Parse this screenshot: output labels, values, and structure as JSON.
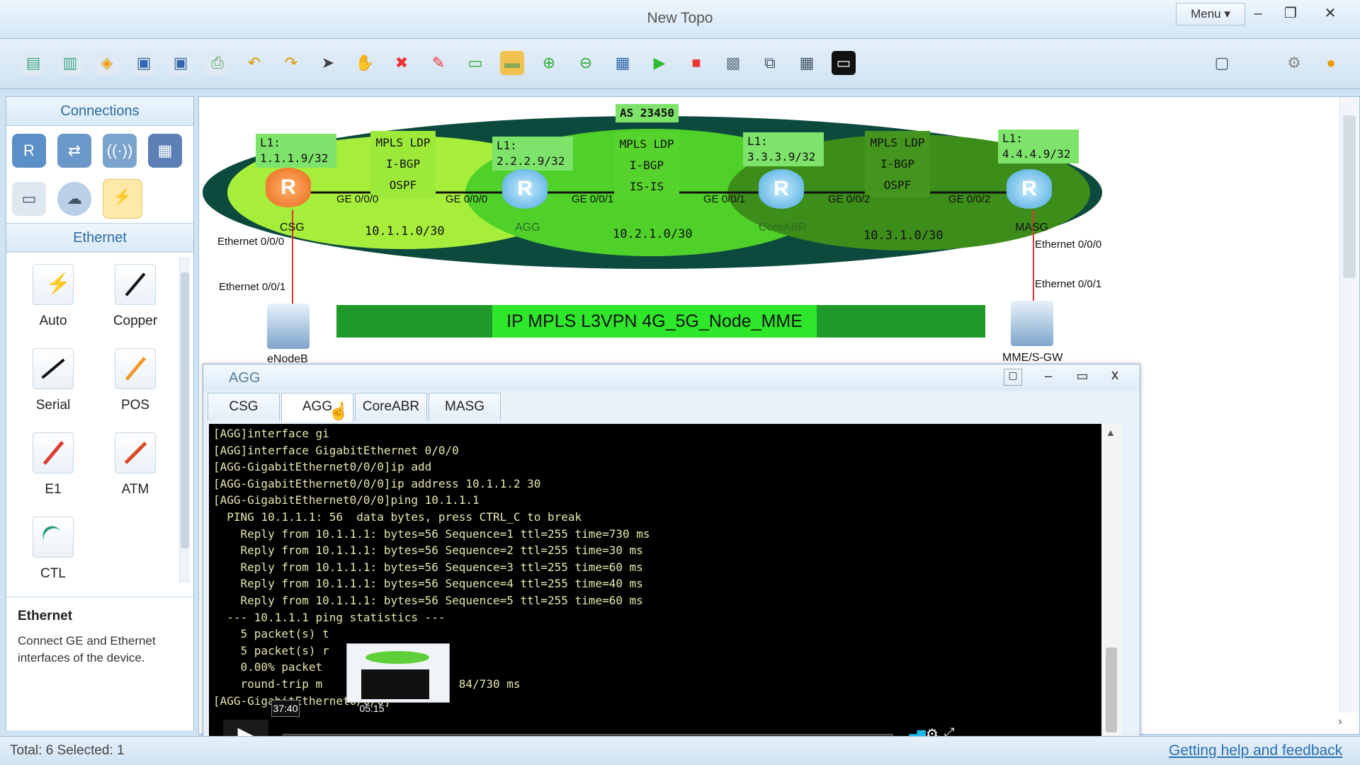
{
  "window": {
    "title": "New Topo",
    "menu_label": "Menu ▾",
    "minimize": "–",
    "restore": "❐",
    "close": "✕"
  },
  "left_panel": {
    "connections_title": "Connections",
    "ethernet_title": "Ethernet",
    "cables": [
      {
        "label": "Auto"
      },
      {
        "label": "Copper"
      },
      {
        "label": "Serial"
      },
      {
        "label": "POS"
      },
      {
        "label": "E1"
      },
      {
        "label": "ATM"
      },
      {
        "label": "CTL"
      }
    ],
    "description_title": "Ethernet",
    "description_text": "Connect GE and Ethernet interfaces of the device."
  },
  "topology": {
    "as_label": "AS 23450",
    "banner": "IP MPLS L3VPN 4G_5G_Node_MME",
    "loopbacks": [
      {
        "line1": "L1:",
        "line2": "1.1.1.9/32"
      },
      {
        "line1": "L1:",
        "line2": "2.2.2.9/32"
      },
      {
        "line1": "L1:",
        "line2": "3.3.3.9/32"
      },
      {
        "line1": "L1:",
        "line2": "4.4.4.9/32"
      }
    ],
    "protocol_groups": [
      [
        "MPLS LDP",
        "I-BGP",
        "OSPF"
      ],
      [
        "MPLS LDP",
        "I-BGP",
        "IS-IS"
      ],
      [
        "MPLS LDP",
        "I-BGP",
        "OSPF"
      ]
    ],
    "subnets": [
      "10.1.1.0/30",
      "10.2.1.0/30",
      "10.3.1.0/30"
    ],
    "interfaces": [
      "GE 0/0/0",
      "GE 0/0/0",
      "GE 0/0/1",
      "GE 0/0/1",
      "GE 0/0/2",
      "GE 0/0/2"
    ],
    "ethernet_ports": [
      "Ethernet 0/0/0",
      "Ethernet 0/0/1",
      "Ethernet 0/0/0",
      "Ethernet 0/0/1"
    ],
    "nodes": [
      "CSG",
      "AGG",
      "CoreABR",
      "MASG",
      "eNodeB",
      "MME/S-GW"
    ]
  },
  "console": {
    "title": "AGG",
    "tabs": [
      "CSG",
      "AGG",
      "CoreABR",
      "MASG"
    ],
    "active_tab": "AGG",
    "close": "x",
    "lines": [
      "[AGG]interface gi",
      "[AGG]interface GigabitEthernet 0/0/0",
      "[AGG-GigabitEthernet0/0/0]ip add",
      "[AGG-GigabitEthernet0/0/0]ip address 10.1.1.2 30",
      "[AGG-GigabitEthernet0/0/0]ping 10.1.1.1",
      "  PING 10.1.1.1: 56  data bytes, press CTRL_C to break",
      "    Reply from 10.1.1.1: bytes=56 Sequence=1 ttl=255 time=730 ms",
      "    Reply from 10.1.1.1: bytes=56 Sequence=2 ttl=255 time=30 ms",
      "    Reply from 10.1.1.1: bytes=56 Sequence=3 ttl=255 time=60 ms",
      "    Reply from 10.1.1.1: bytes=56 Sequence=4 ttl=255 time=40 ms",
      "    Reply from 10.1.1.1: bytes=56 Sequence=5 ttl=255 time=60 ms",
      "",
      "  --- 10.1.1.1 ping statistics ---",
      "    5 packet(s) t",
      "    5 packet(s) r",
      "    0.00% packet",
      "    round-trip m                    84/730 ms",
      "",
      "[AGG-GigabitEthernet0/0/0]"
    ]
  },
  "video": {
    "current_time": "37:40",
    "hover_time": "05:15",
    "progress": 0.0
  },
  "status": {
    "text": "Total: 6  Selected: 1",
    "help_link": "Getting help and feedback"
  }
}
